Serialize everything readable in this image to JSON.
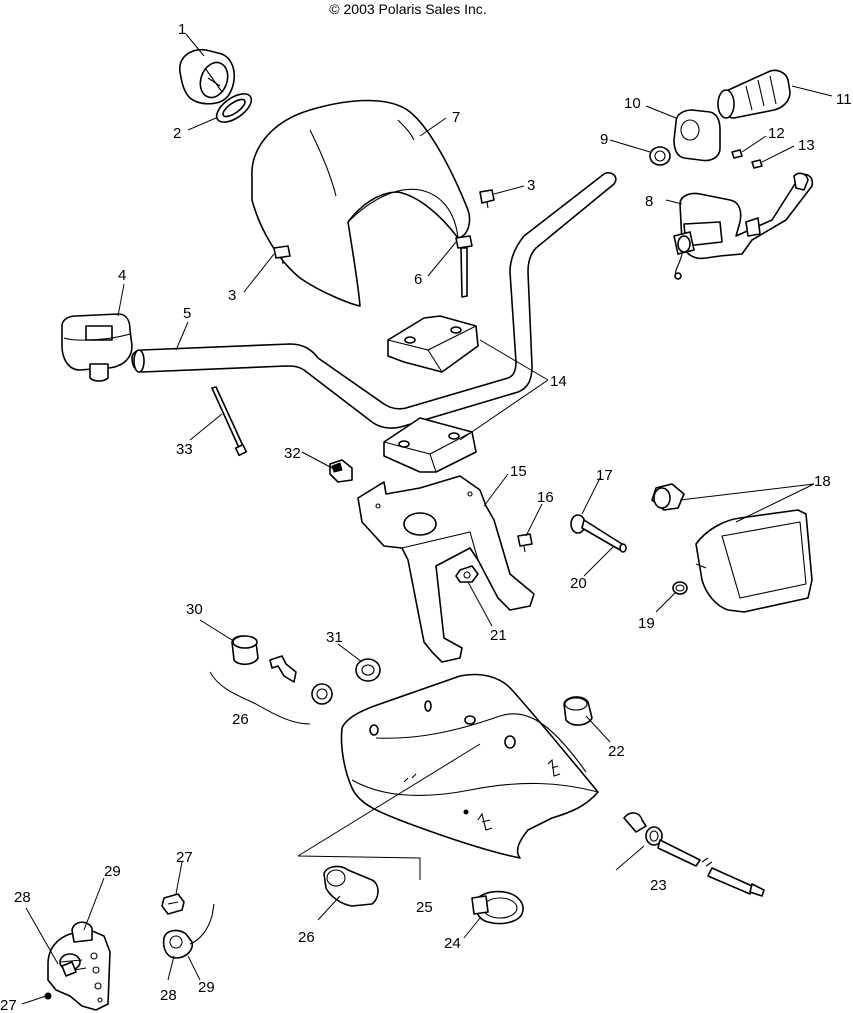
{
  "copyright": "© 2003 Polaris Sales Inc.",
  "callouts": [
    "1",
    "2",
    "3",
    "3",
    "4",
    "5",
    "6",
    "7",
    "8",
    "9",
    "10",
    "11",
    "12",
    "13",
    "14",
    "15",
    "16",
    "17",
    "18",
    "19",
    "20",
    "21",
    "22",
    "23",
    "24",
    "25",
    "26",
    "26",
    "27",
    "27",
    "28",
    "28",
    "29",
    "29",
    "30",
    "31",
    "32",
    "33"
  ]
}
